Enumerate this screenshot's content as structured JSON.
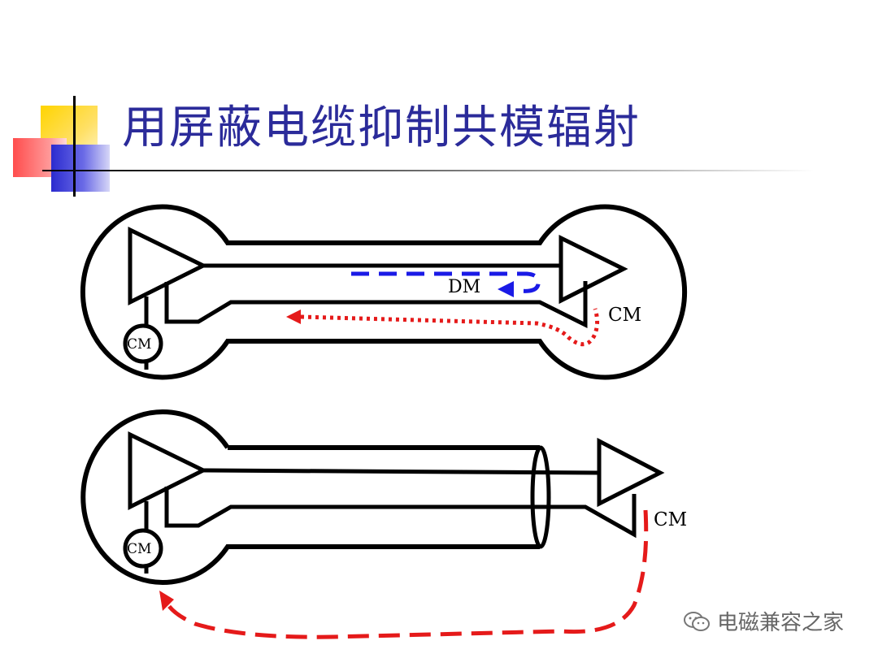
{
  "title": "用屏蔽电缆抑制共模辐射",
  "diagram_top": {
    "dm_label": "DM",
    "cm_right_label": "CM",
    "cm_left_label": "CM"
  },
  "diagram_bottom": {
    "cm_right_label": "CM",
    "cm_left_label": "CM"
  },
  "watermark": {
    "text": "电磁兼容之家",
    "icon": "wechat-icon"
  },
  "colors": {
    "title": "#2b2b9a",
    "dm_current": "#1a1ae6",
    "cm_current": "#e51a1a"
  }
}
